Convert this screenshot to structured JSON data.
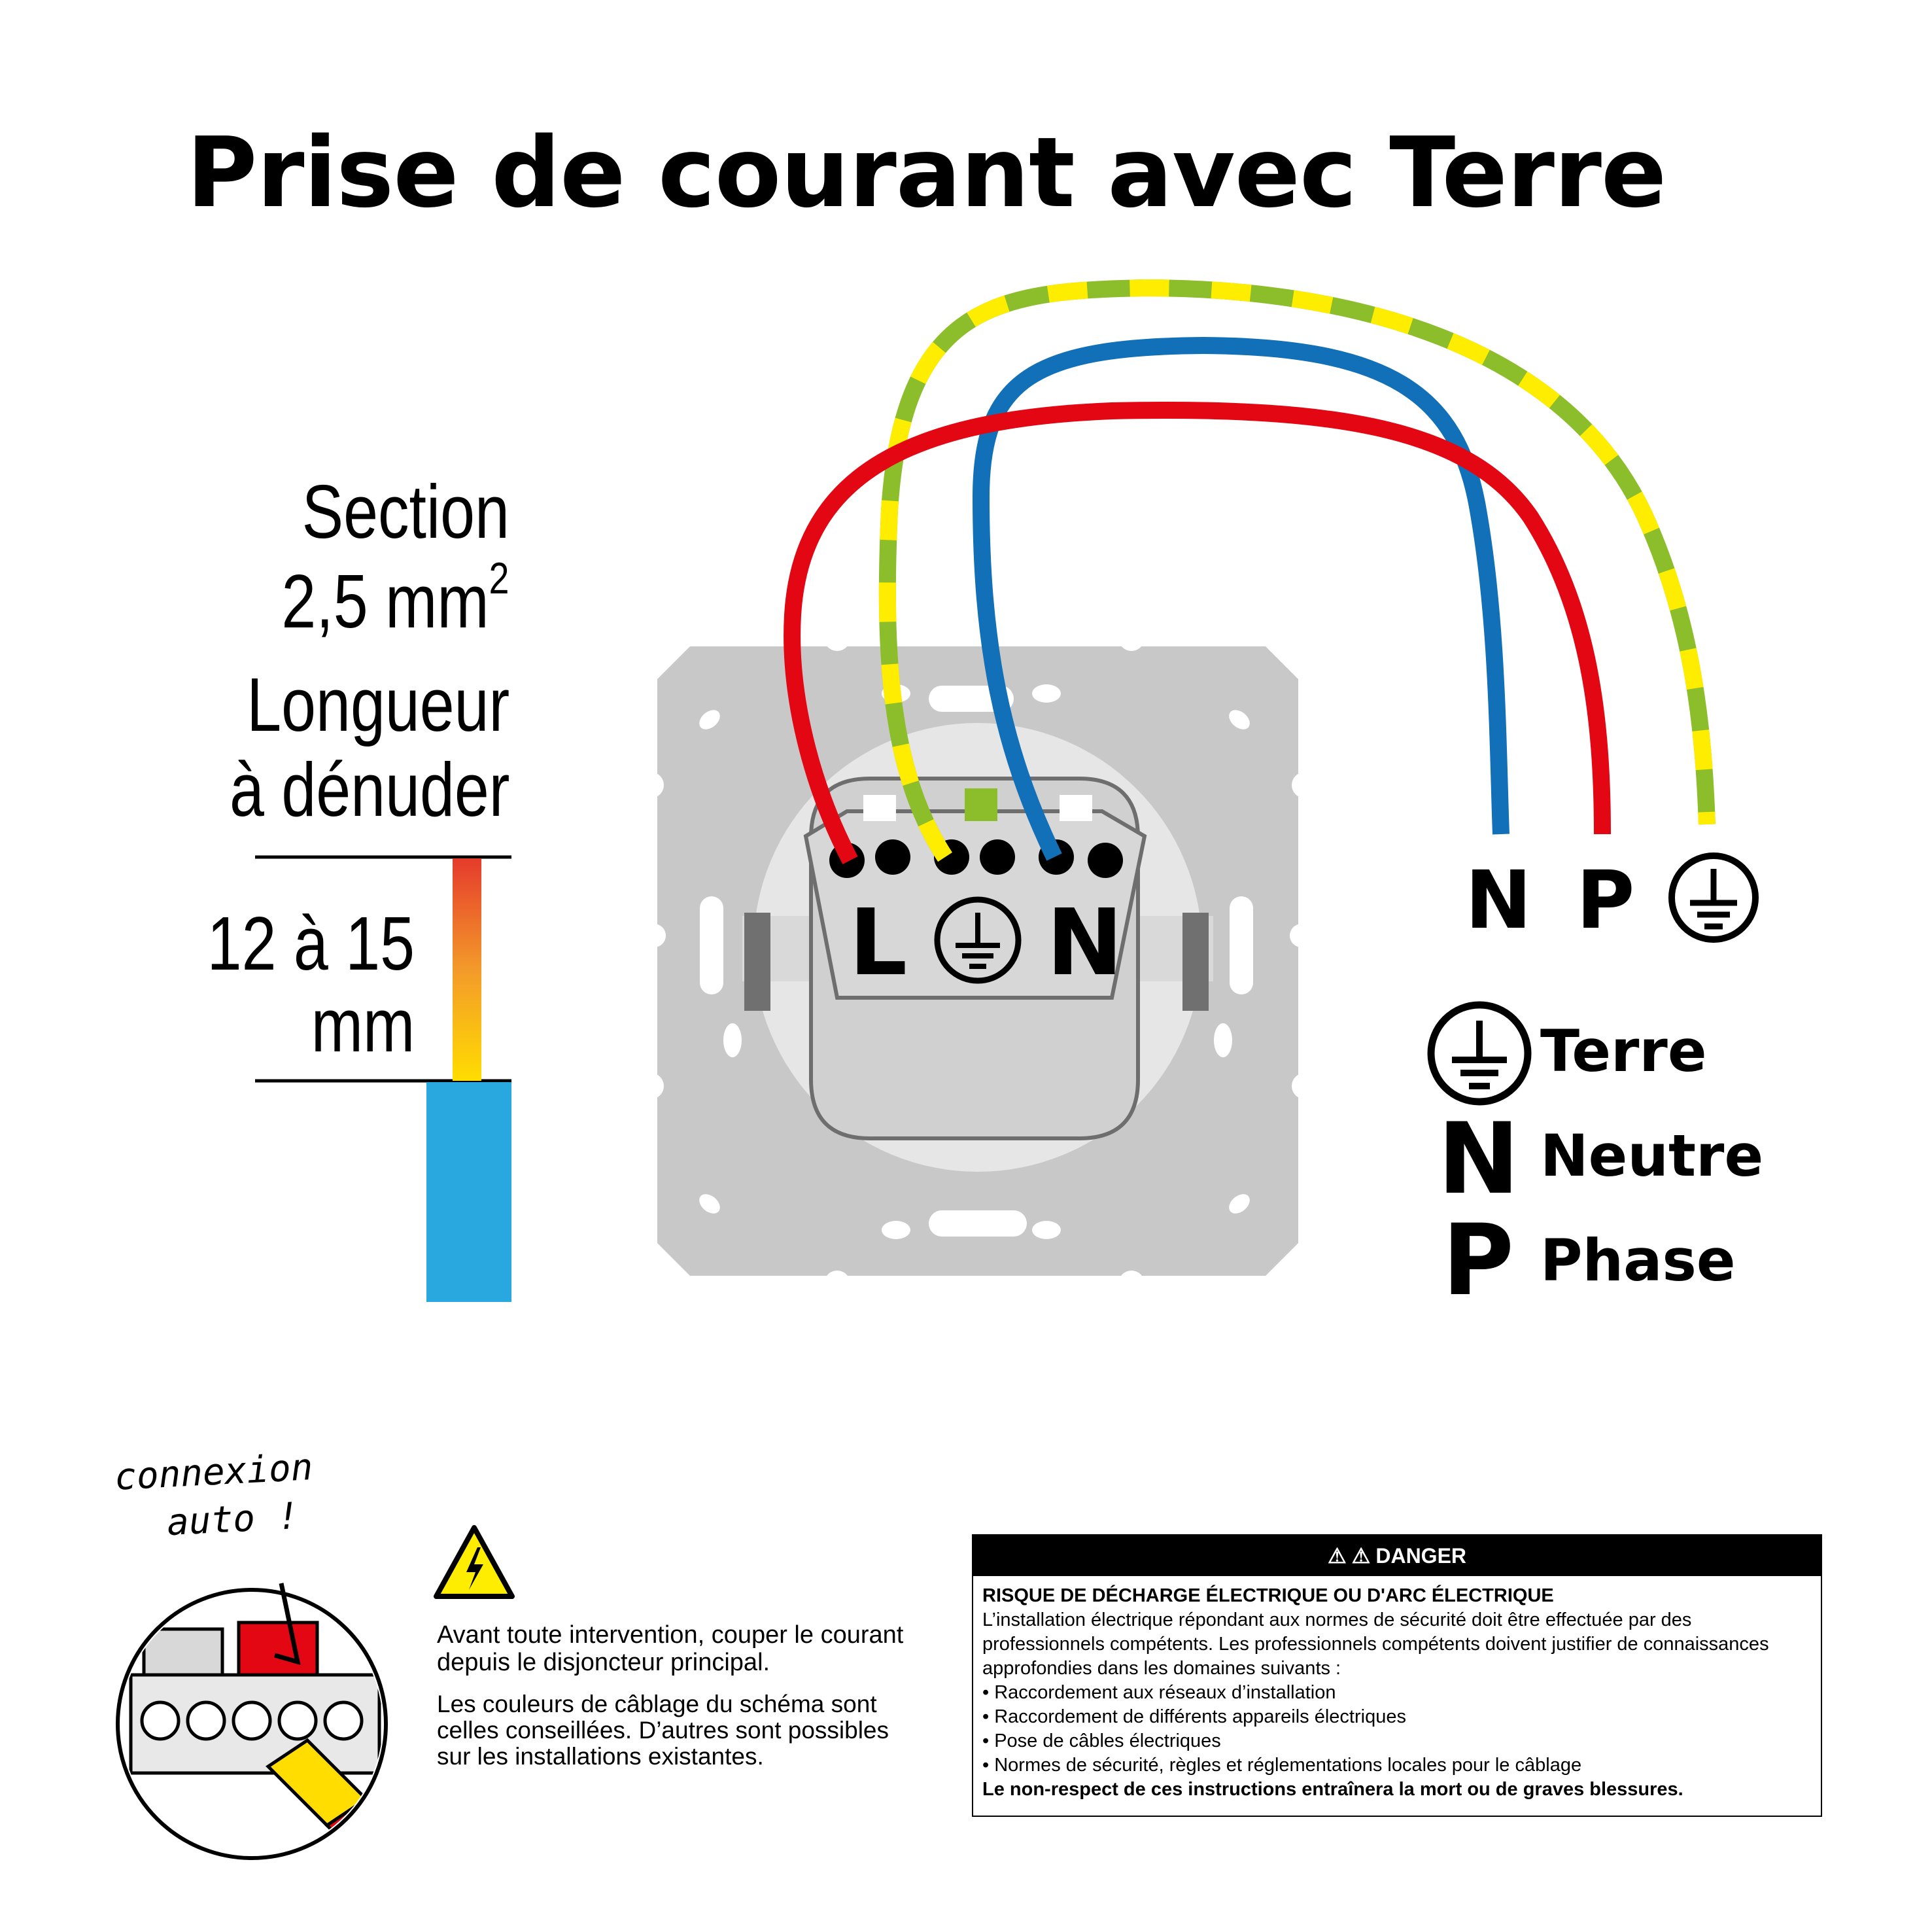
{
  "title": "Prise de courant avec Terre",
  "wire_spec": {
    "section_label": "Section",
    "section_value": "2,5 mm",
    "section_exponent": "2",
    "strip_label_line1": "Longueur",
    "strip_label_line2": "à dénuder",
    "strip_value_line1": "12 à 15",
    "strip_value_line2": "mm"
  },
  "socket": {
    "terminal_labels": [
      "L",
      "N"
    ]
  },
  "wire_ends": {
    "labels": [
      "N",
      "P"
    ]
  },
  "legend": [
    {
      "symbol": "earth-icon",
      "text": "Terre"
    },
    {
      "symbol": "N",
      "text": "Neutre"
    },
    {
      "symbol": "P",
      "text": "Phase"
    }
  ],
  "connexion_auto": {
    "line1": "connexion",
    "line2": "auto !"
  },
  "warning": {
    "bold_line1": "Avant toute intervention, couper le courant",
    "bold_line2": "depuis le disjoncteur principal.",
    "note": "Les couleurs de câblage du schéma sont celles conseillées. D’autres sont possibles sur les installations existantes."
  },
  "danger": {
    "header": "DANGER",
    "subtitle": "RISQUE DE DÉCHARGE ÉLECTRIQUE OU D'ARC ÉLECTRIQUE",
    "intro": "L’installation électrique répondant aux normes de sécurité doit être effectuée par des professionnels compétents. Les professionnels compétents doivent justifier de connaissances approfondies dans les domaines suivants :",
    "items": [
      "• Raccordement aux réseaux d’installation",
      "• Raccordement de différents appareils électriques",
      "• Pose de câbles électriques",
      "• Normes de sécurité, règles et réglementations locales pour le câblage"
    ],
    "footer": "Le non-respect de ces instructions entraînera la mort ou de graves blessures."
  },
  "colors": {
    "phase_wire": "#e30613",
    "neutral_wire": "#1170b8",
    "earth_green": "#8cbd2a",
    "earth_yellow": "#ffed00",
    "plate": "#c8c8c8",
    "insulation": "#29a7df"
  }
}
